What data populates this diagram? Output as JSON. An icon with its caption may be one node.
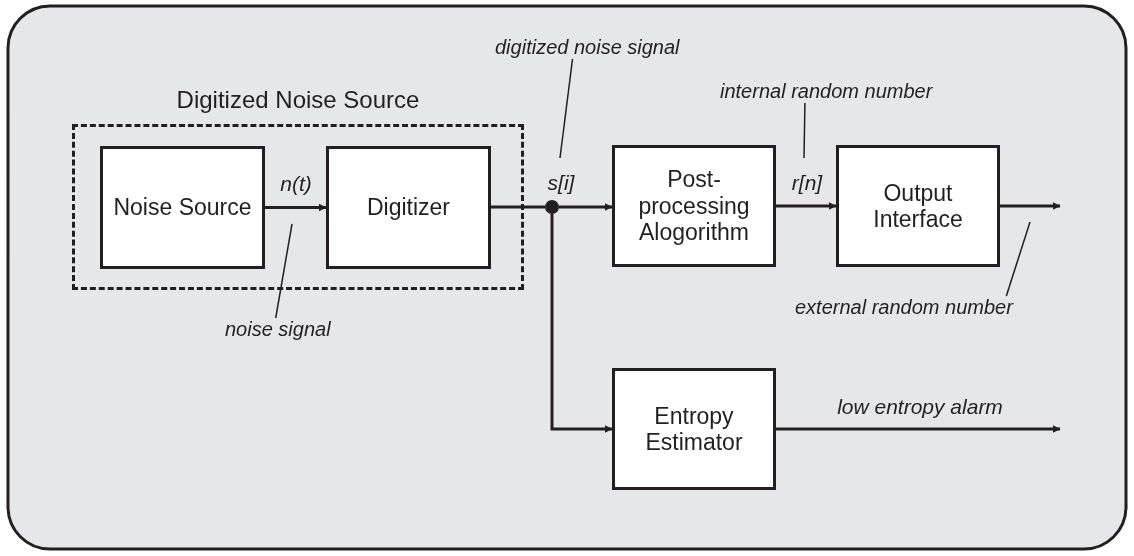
{
  "diagram": {
    "nodes": [
      {
        "text": [
          "Digitized Noise Source"
        ]
      },
      {
        "text": [
          "Noise Source"
        ],
        "in": 0
      },
      {
        "text": [
          "Digitizer"
        ],
        "in": 0
      },
      {
        "text": [
          "Post-processing Alogorithm"
        ]
      },
      {
        "text": [
          "Output Interface"
        ]
      },
      {
        "text": [
          "Entropy Estimator"
        ]
      },
      {
        "text": [],
        "shape": "circle"
      },
      {
        "text": [
          "digitized noise signal"
        ]
      },
      {
        "text": [
          "internal random number"
        ]
      },
      {
        "text": [
          "external random number"
        ]
      },
      {
        "text": [
          "noise signal"
        ]
      }
    ],
    "edges": [
      {
        "from": 1,
        "to": 2,
        "arrow": "to",
        "label": "n(t)"
      },
      {
        "from": 2,
        "to": 6,
        "arrow": "none"
      },
      {
        "from": 6,
        "to": 3,
        "arrow": "to",
        "label": "s[i]"
      },
      {
        "from": 6,
        "to": 5,
        "arrow": "to"
      },
      {
        "from": 3,
        "to": 4,
        "arrow": "to",
        "label": "r[n]"
      },
      {
        "from": 4,
        "to": null,
        "arrow": "to"
      },
      {
        "from": 5,
        "to": null,
        "arrow": "to",
        "label": "low entropy alarm"
      },
      {
        "from": 7,
        "to": null,
        "arrow": "none"
      },
      {
        "from": 8,
        "to": null,
        "arrow": "none"
      },
      {
        "from": 9,
        "to": null,
        "arrow": "none"
      },
      {
        "from": 10,
        "to": null,
        "arrow": "none"
      }
    ]
  }
}
